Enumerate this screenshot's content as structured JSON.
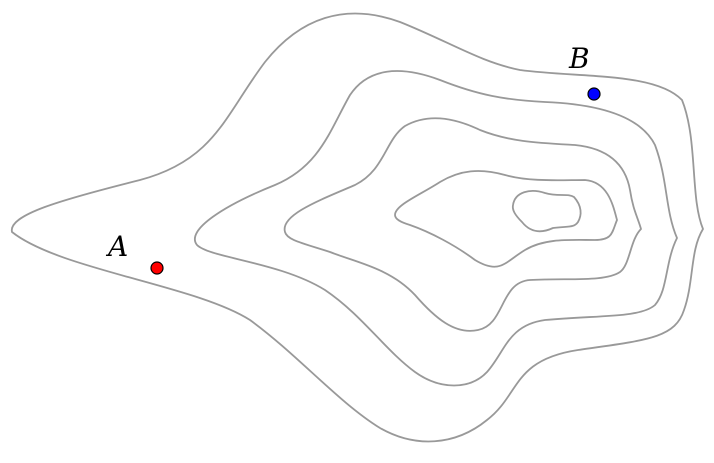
{
  "diagram": {
    "kind": "contour-map",
    "contour_count": 5,
    "contour_color": "#999999",
    "points": [
      {
        "id": "point-a",
        "label": "A",
        "color": "#ff0000",
        "stroke": "#000000"
      },
      {
        "id": "point-b",
        "label": "B",
        "color": "#0000ff",
        "stroke": "#000000"
      }
    ]
  }
}
